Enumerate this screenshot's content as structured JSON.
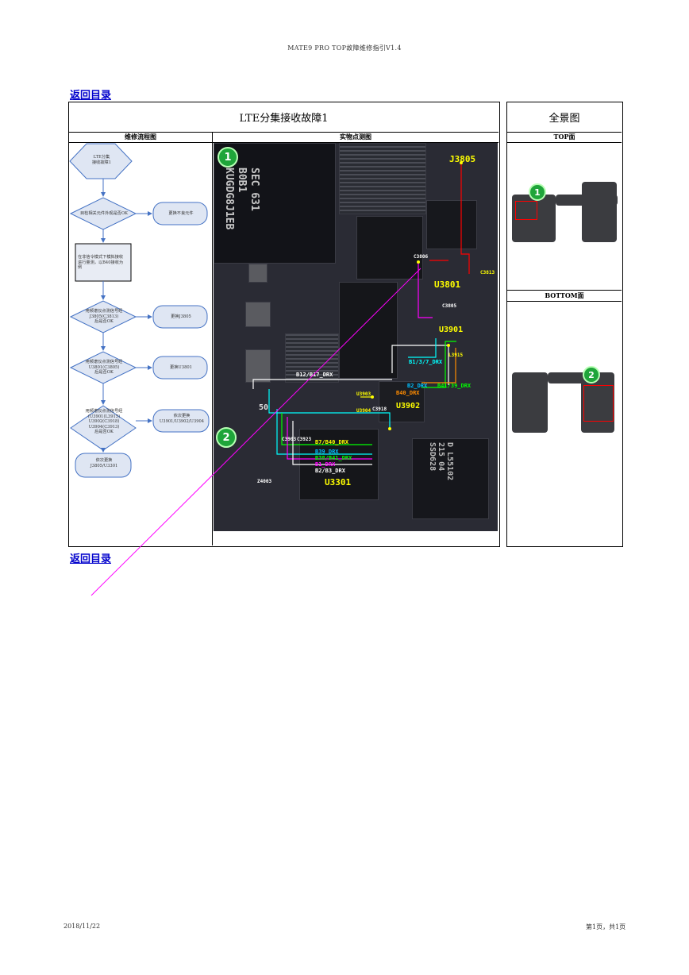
{
  "header": {
    "doc_title": "MATE9 PRO TOP故障维修指引V1.4"
  },
  "nav": {
    "back_top": "返回目录",
    "back_bottom": "返回目录"
  },
  "table": {
    "title": "LTE分集接收故障1",
    "panorama_title": "全景图",
    "col_flow": "维修流程图",
    "col_photo": "实物点测图",
    "top_view": "TOP面",
    "bottom_view": "BOTTOM面"
  },
  "flow": {
    "start": "LTE分集\n接收故障1",
    "d1": "目检相关元件外观是否OK",
    "a1": "更换不良元件",
    "p1": "在非信令模式下模拟接收\n进行量测，以B40接收为\n例",
    "d2": "用频谱仪点测信号经\nJ3805(C3813)\n后是否OK",
    "a2": "更换J3805",
    "d3": "用频谱仪点测信号经\nU3801(C3805)\n后是否OK",
    "a3": "更换U3801",
    "d4": "用频谱仪点测信号经\n(U3901(L3915)\nU3902(C3918)\nU3904(C3913)\n后是否OK",
    "a4": "依次更换\nU3901/U3902/U3904",
    "end": "依次更换\nJ3805/U3301"
  },
  "photo_labels": {
    "j3805": "J3805",
    "c3806": "C3806",
    "c3813": "C3813",
    "u3801": "U3801",
    "c3805": "C3805",
    "u3901": "U3901",
    "l3915": "L3915",
    "b1_3_7": "B1/3/7_DRX",
    "b12": "B12/B17_DRX",
    "b2": "B2_DRX",
    "b40": "B40_DRX",
    "b41": "B41/39_DRX",
    "u3903": "U3903",
    "u3904": "U3904",
    "c3918": "C3918",
    "u3902": "U3902",
    "c3903": "C3903",
    "c3923": "C3923",
    "b7b40": "B7/B40_DRX",
    "b39": "B39_DRX",
    "b38": "B38/B41_DRX",
    "b1": "B1_DRX",
    "b2b3": "B2/B3_DRX",
    "u3301": "U3301",
    "z4003": "Z4003",
    "chip_sec": "SEC 631\nB0B1\nKUGDG8J1EB",
    "chip_d": "D L55102\n215 04\nSSD628",
    "chip_50": "50"
  },
  "markers": {
    "one": "1",
    "two": "2"
  },
  "footer": {
    "date": "2018/11/22",
    "page": "第1页，共1页"
  },
  "colors": {
    "yellow": "#ffff00",
    "magenta": "#ff00ff",
    "red": "#ff0000",
    "cyan": "#00ffff",
    "orange": "#ff8c00",
    "green": "#1fa53a",
    "link": "#0000cc"
  }
}
